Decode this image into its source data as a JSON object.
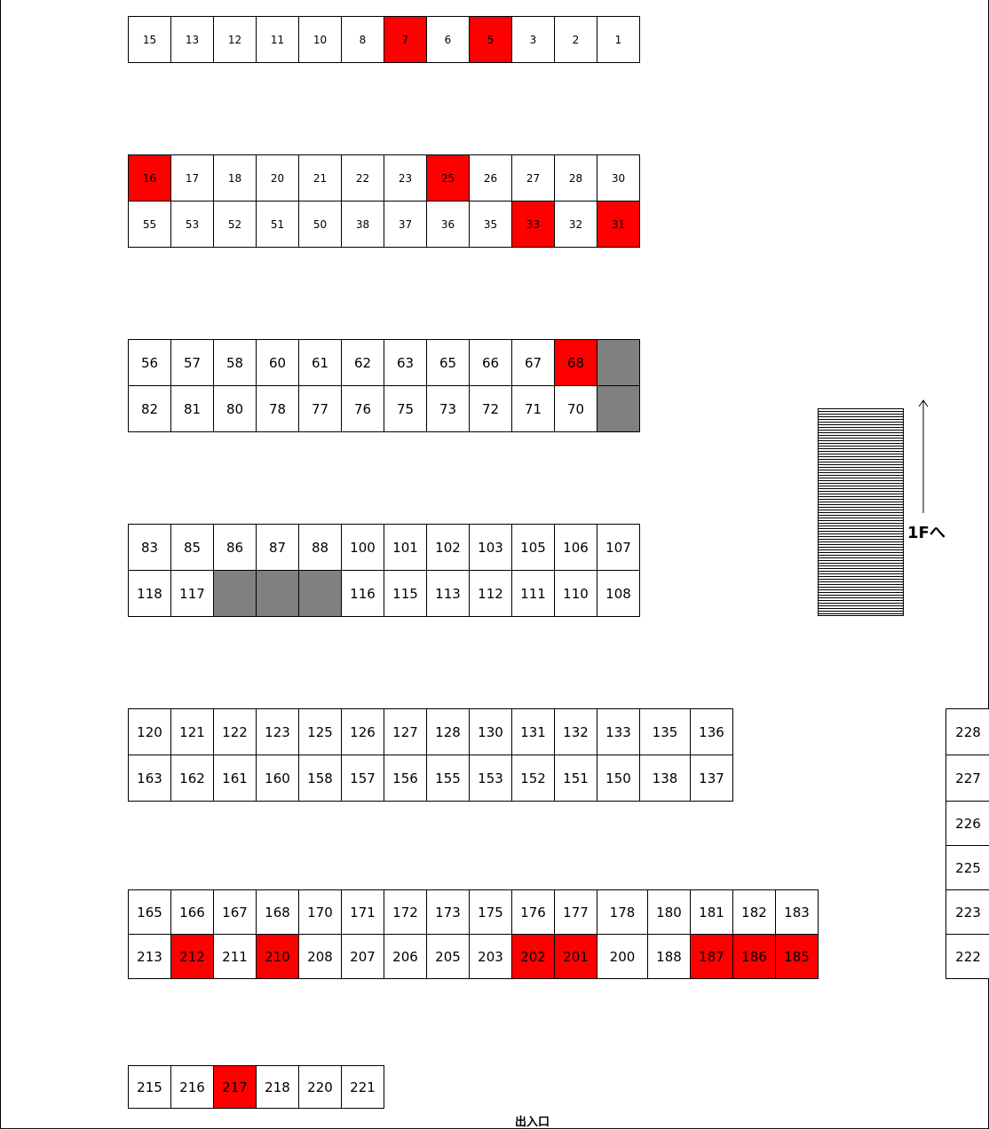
{
  "blocks": [
    {
      "id": "row-a",
      "rows": [
        [
          "15",
          "13",
          "12",
          "11",
          "10",
          "8",
          "7",
          "6",
          "5",
          "3",
          "2",
          "1"
        ]
      ]
    },
    {
      "id": "row-b",
      "rows": [
        [
          "16",
          "17",
          "18",
          "20",
          "21",
          "22",
          "23",
          "25",
          "26",
          "27",
          "28",
          "30"
        ],
        [
          "55",
          "53",
          "52",
          "51",
          "50",
          "38",
          "37",
          "36",
          "35",
          "33",
          "32",
          "31"
        ]
      ]
    },
    {
      "id": "row-c",
      "rows": [
        [
          "56",
          "57",
          "58",
          "60",
          "61",
          "62",
          "63",
          "65",
          "66",
          "67",
          "68",
          ""
        ],
        [
          "82",
          "81",
          "80",
          "78",
          "77",
          "76",
          "75",
          "73",
          "72",
          "71",
          "70",
          ""
        ]
      ]
    },
    {
      "id": "row-d",
      "rows": [
        [
          "83",
          "85",
          "86",
          "87",
          "88",
          "100",
          "101",
          "102",
          "103",
          "105",
          "106",
          "107"
        ],
        [
          "118",
          "117",
          "",
          "",
          "",
          "116",
          "115",
          "113",
          "112",
          "111",
          "110",
          "108"
        ]
      ]
    },
    {
      "id": "row-e",
      "rows": [
        [
          "120",
          "121",
          "122",
          "123",
          "125",
          "126",
          "127",
          "128",
          "130",
          "131",
          "132",
          "133",
          "135",
          "136"
        ],
        [
          "163",
          "162",
          "161",
          "160",
          "158",
          "157",
          "156",
          "155",
          "153",
          "152",
          "151",
          "150",
          "138",
          "137"
        ]
      ]
    },
    {
      "id": "row-f",
      "rows": [
        [
          "165",
          "166",
          "167",
          "168",
          "170",
          "171",
          "172",
          "173",
          "175",
          "176",
          "177",
          "178",
          "180",
          "181",
          "182",
          "183"
        ],
        [
          "213",
          "212",
          "211",
          "210",
          "208",
          "207",
          "206",
          "205",
          "203",
          "202",
          "201",
          "200",
          "188",
          "187",
          "186",
          "185"
        ]
      ]
    },
    {
      "id": "row-g",
      "rows": [
        [
          "215",
          "216",
          "217",
          "218",
          "220",
          "221"
        ]
      ]
    },
    {
      "id": "row-h",
      "rows": [
        [
          "228"
        ],
        [
          "227"
        ],
        [
          "226"
        ],
        [
          "225"
        ],
        [
          "223"
        ],
        [
          "222"
        ]
      ]
    }
  ],
  "occupied": [
    "7",
    "5",
    "16",
    "25",
    "33",
    "31",
    "68",
    "212",
    "210",
    "202",
    "201",
    "187",
    "186",
    "185",
    "217"
  ],
  "unavailable": [
    {
      "block": "row-c",
      "row": 0,
      "col": 11
    },
    {
      "block": "row-c",
      "row": 1,
      "col": 11
    },
    {
      "block": "row-d",
      "row": 1,
      "col": 2
    },
    {
      "block": "row-d",
      "row": 1,
      "col": 3
    },
    {
      "block": "row-d",
      "row": 1,
      "col": 4
    }
  ],
  "colors": {
    "occupied": "#ff0000",
    "unavailable": "#808080",
    "vacant": "#ffffff"
  },
  "stairs": {
    "label": "1Fへ"
  },
  "entrance": {
    "label": "出入口"
  }
}
